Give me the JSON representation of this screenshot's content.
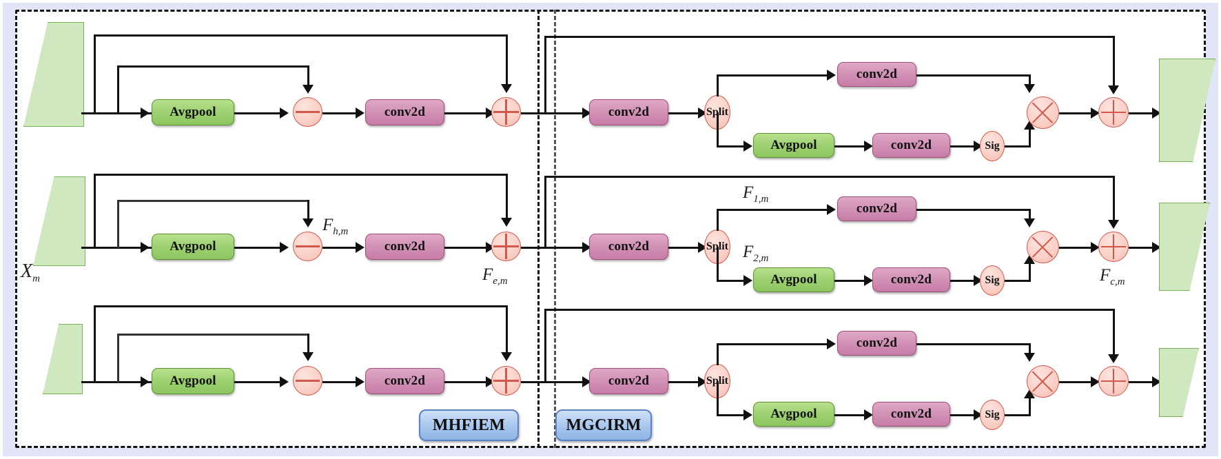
{
  "diagram": {
    "title": "MHFIEM + MGCIRM module architecture",
    "modules": [
      {
        "id": "mhfiem",
        "label": "MHFIEM"
      },
      {
        "id": "mgcirm",
        "label": "MGCIRM"
      }
    ],
    "labels": {
      "input": "X",
      "input_sub": "m",
      "f_h": "F",
      "f_h_sub": "h,m",
      "f_e": "F",
      "f_e_sub": "e,m",
      "f_1": "F",
      "f_1_sub": "1,m",
      "f_2": "F",
      "f_2_sub": "2,m",
      "output": "F",
      "output_sub": "c,m"
    },
    "node_labels": {
      "avgpool": "Avgpool",
      "conv2d": "conv2d",
      "split": "Split",
      "sig": "Sig"
    },
    "operators": {
      "subtract": "minus-in-circle",
      "add": "plus-in-circle",
      "multiply": "times-in-circle"
    },
    "icons": {
      "feature_map": "parallelogram-feature-map-icon",
      "arrow": "arrow-head-icon"
    },
    "colors": {
      "pool_block": "#9ed172",
      "conv_block": "#d292b6",
      "operator": "#f9cfc6",
      "operator_stroke": "#d4574a",
      "feature_map": "#cfe8c0",
      "module_tag": "#a9c7ee",
      "frame": "#e2e5f7",
      "wire": "#111111"
    },
    "rows": [
      {
        "index": 1,
        "scale": "large"
      },
      {
        "index": 2,
        "scale": "medium"
      },
      {
        "index": 3,
        "scale": "small"
      }
    ]
  }
}
